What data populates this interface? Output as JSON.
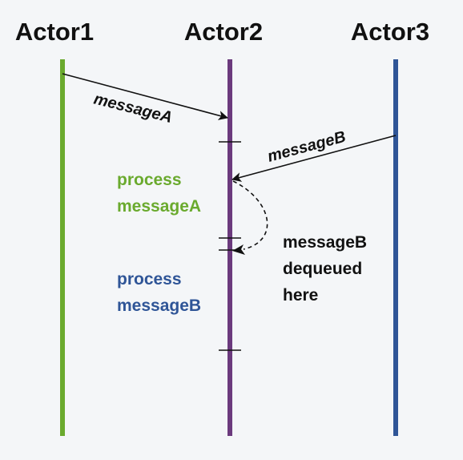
{
  "actors": [
    {
      "name": "Actor1",
      "color": "#6aaa2e"
    },
    {
      "name": "Actor2",
      "color": "#6b3a7d"
    },
    {
      "name": "Actor3",
      "color": "#2f5597"
    }
  ],
  "messages": [
    {
      "label": "messageA",
      "from": "Actor1",
      "to": "Actor2"
    },
    {
      "label": "messageB",
      "from": "Actor3",
      "to": "Actor2"
    }
  ],
  "notes": {
    "process_a": {
      "line1": "process",
      "line2": "messageA",
      "color": "#6aaa2e"
    },
    "process_b": {
      "line1": "process",
      "line2": "messageB",
      "color": "#2f5597"
    },
    "dequeue": {
      "line1": "messageB",
      "line2": "dequeued",
      "line3": "here"
    }
  }
}
